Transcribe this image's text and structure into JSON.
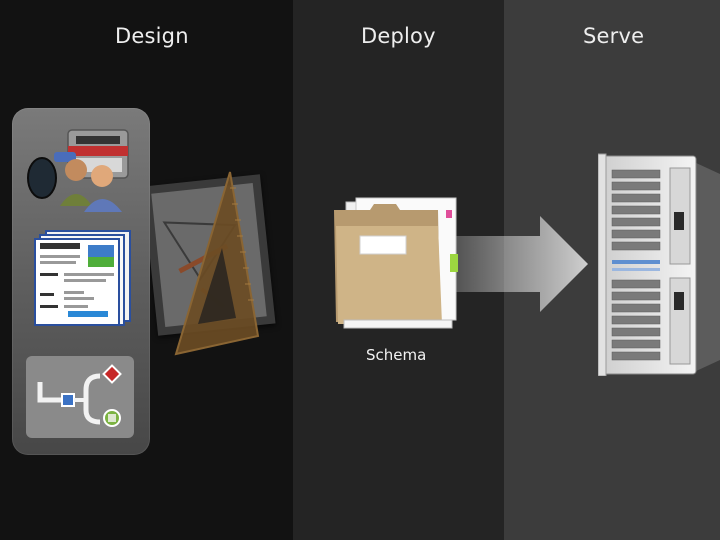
{
  "columns": {
    "design": "Design",
    "deploy": "Deploy",
    "serve": "Serve"
  },
  "deploy_item_label": "Schema",
  "icons": [
    "users-tools-icon",
    "documents-icon",
    "workflow-icon",
    "blueprint-icon",
    "triangle-ruler-icon",
    "folder-icon",
    "arrow-right-icon",
    "server-rack-icon"
  ],
  "colors": {
    "design_bg": "#121212",
    "deploy_bg": "#242424",
    "serve_bg": "#3c3c3c"
  }
}
